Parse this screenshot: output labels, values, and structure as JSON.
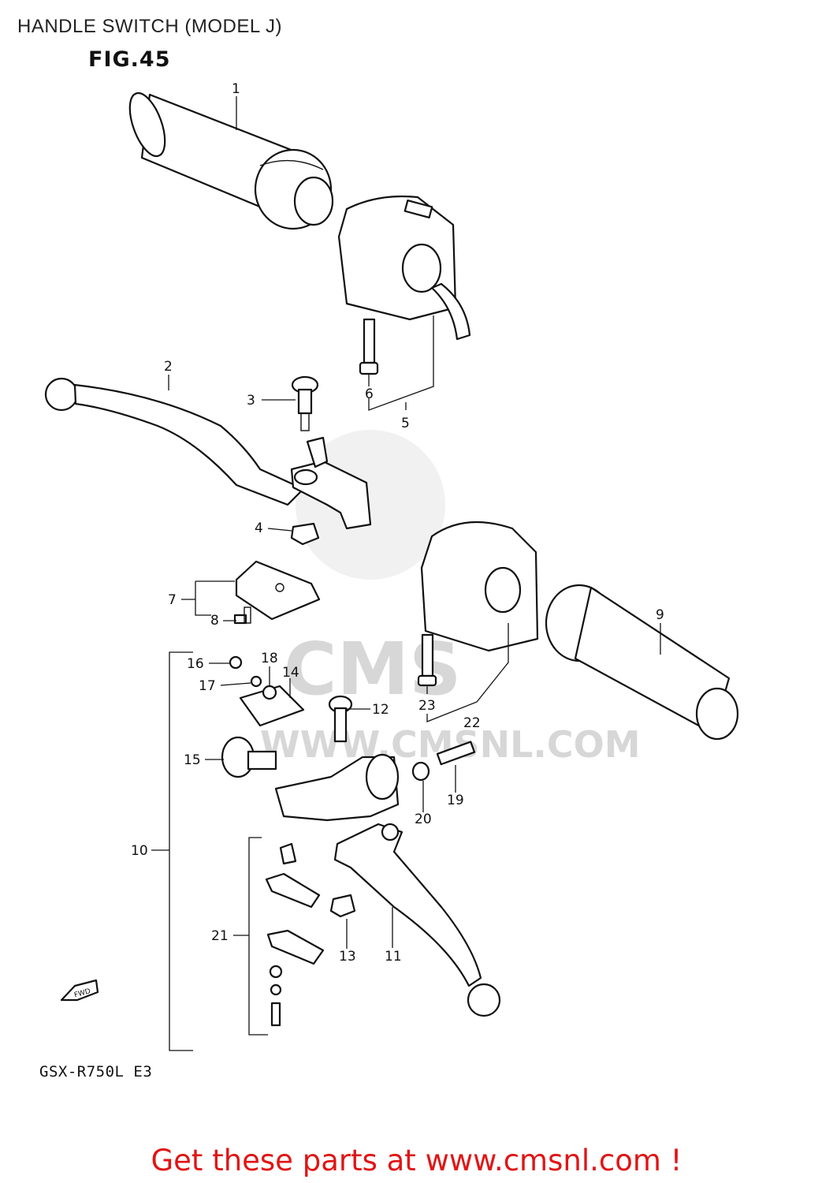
{
  "header": {
    "title": "HANDLE SWITCH (MODEL J)",
    "figure": "FIG.45"
  },
  "diagram": {
    "model_code": "GSX-R750L  E3",
    "direction_label": "FWD",
    "watermark_text": "WWW.CMSNL.COM",
    "callouts": [
      "1",
      "2",
      "3",
      "4",
      "5",
      "6",
      "7",
      "8",
      "9",
      "10",
      "11",
      "12",
      "13",
      "14",
      "15",
      "16",
      "17",
      "18",
      "19",
      "20",
      "21",
      "22",
      "23"
    ]
  },
  "footer": {
    "link_text": "Get these parts at www.cmsnl.com !",
    "link_color": "#e01515"
  }
}
